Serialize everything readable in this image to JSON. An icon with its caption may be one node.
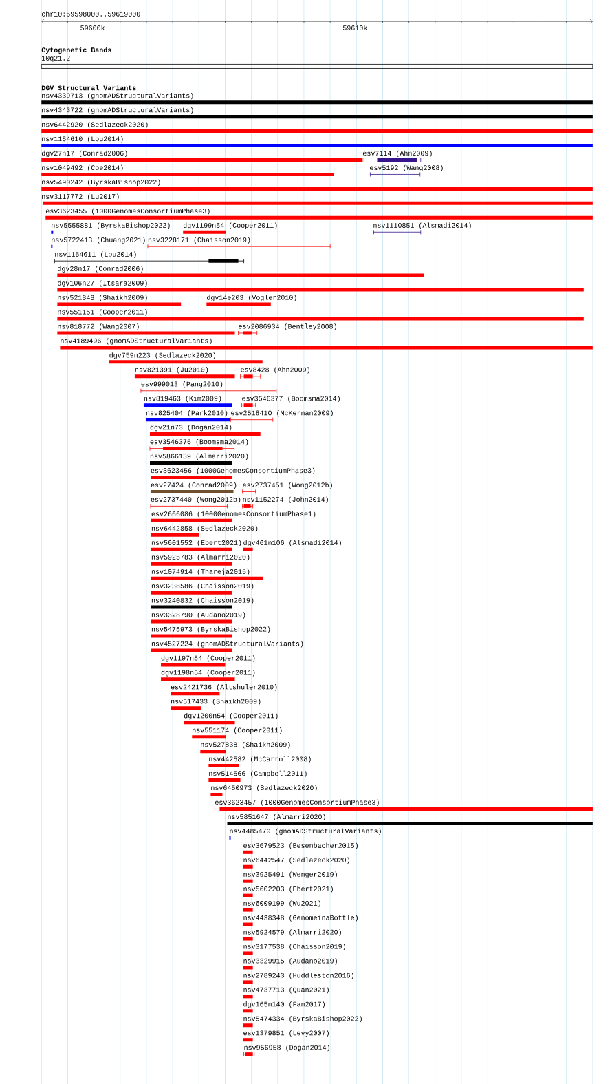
{
  "diagram": {
    "nodes": [
      {
        "text": [
          "10q21.2"
        ]
      },
      {
        "text": [
          "nsv4339713 (gnomADStructuralVariants)"
        ]
      },
      {
        "text": [
          "nsv4343722 (gnomADStructuralVariants)"
        ]
      },
      {
        "text": [
          "nsv6442920 (Sedlazeck2020)"
        ]
      },
      {
        "text": [
          "nsv1154610 (Lou2014)"
        ]
      },
      {
        "text": [
          "dgv27n17 (Conrad2006)"
        ]
      },
      {
        "text": [
          "esv7114 (Ahn2009)"
        ]
      },
      {
        "text": [
          "nsv1049492 (Coe2014)"
        ]
      },
      {
        "text": [
          "esv5192 (Wang2008)"
        ]
      },
      {
        "text": [
          "nsv5490242 (ByrskaBishop2022)"
        ]
      },
      {
        "text": [
          "nsv3117772 (Lu2017)"
        ]
      },
      {
        "text": [
          "esv3623455 (1000GenomesConsortiumPhase3)"
        ]
      },
      {
        "text": [
          "nsv5555881 (ByrskaBishop2022)"
        ]
      },
      {
        "text": [
          "dgv1199n54 (Cooper2011)"
        ]
      },
      {
        "text": [
          "nsv1110851 (Alsmadi2014)"
        ]
      },
      {
        "text": [
          "nsv5722413 (Chuang2021)"
        ]
      },
      {
        "text": [
          "nsv3228171 (Chaisson2019)"
        ]
      },
      {
        "text": [
          "nsv1154611 (Lou2014)"
        ]
      },
      {
        "text": [
          "dgv28n17 (Conrad2006)"
        ]
      },
      {
        "text": [
          "dgv106n27 (Itsara2009)"
        ]
      },
      {
        "text": [
          "nsv521848 (Shaikh2009)"
        ]
      },
      {
        "text": [
          "dgv14e203 (Vogler2010)"
        ]
      },
      {
        "text": [
          "nsv551151 (Cooper2011)"
        ]
      },
      {
        "text": [
          "nsv818772 (Wang2007)"
        ]
      },
      {
        "text": [
          "esv2086934 (Bentley2008)"
        ]
      },
      {
        "text": [
          "nsv4189496 (gnomADStructuralVariants)"
        ]
      },
      {
        "text": [
          "dgv759n223 (Sedlazeck2020)"
        ]
      },
      {
        "text": [
          "nsv821391 (Ju2010)"
        ]
      },
      {
        "text": [
          "esv8428 (Ahn2009)"
        ]
      },
      {
        "text": [
          "esv999013 (Pang2010)"
        ]
      },
      {
        "text": [
          "nsv819463 (Kim2009)"
        ]
      },
      {
        "text": [
          "esv3546377 (Boomsma2014)"
        ]
      },
      {
        "text": [
          "nsv825404 (Park2010)"
        ]
      },
      {
        "text": [
          "esv2518410 (McKernan2009)"
        ]
      },
      {
        "text": [
          "dgv21n73 (Dogan2014)"
        ]
      },
      {
        "text": [
          "esv3546376 (Boomsma2014)"
        ]
      },
      {
        "text": [
          "nsv5866139 (Almarri2020)"
        ]
      },
      {
        "text": [
          "esv3623456 (1000GenomesConsortiumPhase3)"
        ]
      },
      {
        "text": [
          "esv27424 (Conrad2009)"
        ]
      },
      {
        "text": [
          "esv2737451 (Wong2012b)"
        ]
      },
      {
        "text": [
          "esv2737440 (Wong2012b)"
        ]
      },
      {
        "text": [
          "nsv1152274 (John2014)"
        ]
      },
      {
        "text": [
          "esv2666086 (1000GenomesConsortiumPhase1)"
        ]
      },
      {
        "text": [
          "nsv6442858 (Sedlazeck2020)"
        ]
      },
      {
        "text": [
          "nsv5601552 (Ebert2021)"
        ]
      },
      {
        "text": [
          "dgv461n106 (Alsmadi2014)"
        ]
      },
      {
        "text": [
          "nsv5925783 (Almarri2020)"
        ]
      },
      {
        "text": [
          "nsv1074914 (Thareja2015)"
        ]
      },
      {
        "text": [
          "nsv3238586 (Chaisson2019)"
        ]
      },
      {
        "text": [
          "nsv3240832 (Chaisson2019)"
        ]
      },
      {
        "text": [
          "nsv3328790 (Audano2019)"
        ]
      },
      {
        "text": [
          "nsv5475973 (ByrskaBishop2022)"
        ]
      },
      {
        "text": [
          "nsv4527224 (gnomADStructuralVariants)"
        ]
      },
      {
        "text": [
          "dgv1197n54 (Cooper2011)"
        ]
      },
      {
        "text": [
          "dgv1198n54 (Cooper2011)"
        ]
      },
      {
        "text": [
          "esv2421736 (Altshuler2010)"
        ]
      },
      {
        "text": [
          "nsv517433 (Shaikh2009)"
        ]
      },
      {
        "text": [
          "dgv1200n54 (Cooper2011)"
        ]
      },
      {
        "text": [
          "nsv551174 (Cooper2011)"
        ]
      },
      {
        "text": [
          "nsv527838 (Shaikh2009)"
        ]
      },
      {
        "text": [
          "nsv442582 (McCarroll2008)"
        ]
      },
      {
        "text": [
          "nsv514566 (Campbell2011)"
        ]
      },
      {
        "text": [
          "nsv6450973 (Sedlazeck2020)"
        ]
      },
      {
        "text": [
          "esv3623457 (1000GenomesConsortiumPhase3)"
        ]
      },
      {
        "text": [
          "nsv5851647 (Almarri2020)"
        ]
      },
      {
        "text": [
          "nsv4485470 (gnomADStructuralVariants)"
        ]
      },
      {
        "text": [
          "esv3679523 (Besenbacher2015)"
        ]
      },
      {
        "text": [
          "nsv6442547 (Sedlazeck2020)"
        ]
      },
      {
        "text": [
          "nsv3925491 (Wenger2019)"
        ]
      },
      {
        "text": [
          "nsv5602203 (Ebert2021)"
        ]
      },
      {
        "text": [
          "nsv6009199 (Wu2021)"
        ]
      },
      {
        "text": [
          "nsv4438348 (GenomeinaBottle)"
        ]
      },
      {
        "text": [
          "nsv5924579 (Almarri2020)"
        ]
      },
      {
        "text": [
          "nsv3177538 (Chaisson2019)"
        ]
      },
      {
        "text": [
          "nsv3329915 (Audano2019)"
        ]
      },
      {
        "text": [
          "nsv2789243 (Huddleston2016)"
        ]
      },
      {
        "text": [
          "nsv4737713 (Quan2021)"
        ]
      },
      {
        "text": [
          "dgv165n140 (Fan2017)"
        ]
      },
      {
        "text": [
          "nsv5474334 (ByrskaBishop2022)"
        ]
      },
      {
        "text": [
          "esv1379851 (Levy2007)"
        ]
      },
      {
        "text": [
          "nsv956958 (Dogan2014)"
        ]
      }
    ],
    "labels": [
      "chr10:59598000..59619000",
      "59600k",
      "59610k",
      "Cytogenetic Bands",
      "DGV Structural Variants"
    ]
  }
}
